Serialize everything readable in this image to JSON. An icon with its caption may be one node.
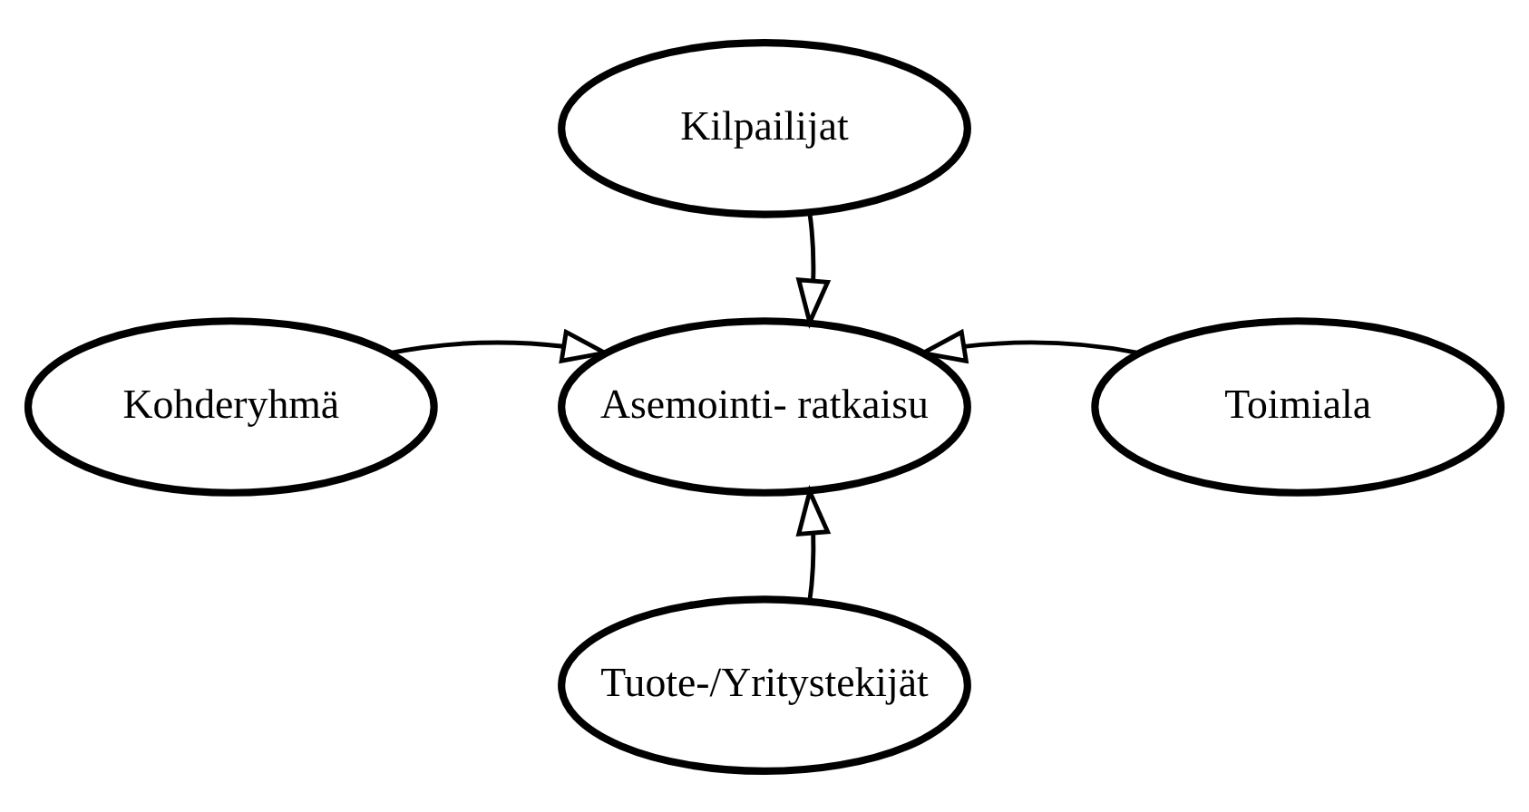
{
  "diagram": {
    "nodes": [
      {
        "text": [
          "Kilpailijat"
        ]
      },
      {
        "text": [
          "Kohderyhmä"
        ]
      },
      {
        "text": [
          "Asemointi- ratkaisu"
        ]
      },
      {
        "text": [
          "Toimiala"
        ]
      },
      {
        "text": [
          "Tuote-/Yritystekijät"
        ]
      }
    ],
    "edges": [
      {
        "from": 0,
        "to": 2,
        "arrow": "to"
      },
      {
        "from": 1,
        "to": 2,
        "arrow": "to"
      },
      {
        "from": 3,
        "to": 2,
        "arrow": "to"
      },
      {
        "from": 4,
        "to": 2,
        "arrow": "to"
      }
    ]
  }
}
